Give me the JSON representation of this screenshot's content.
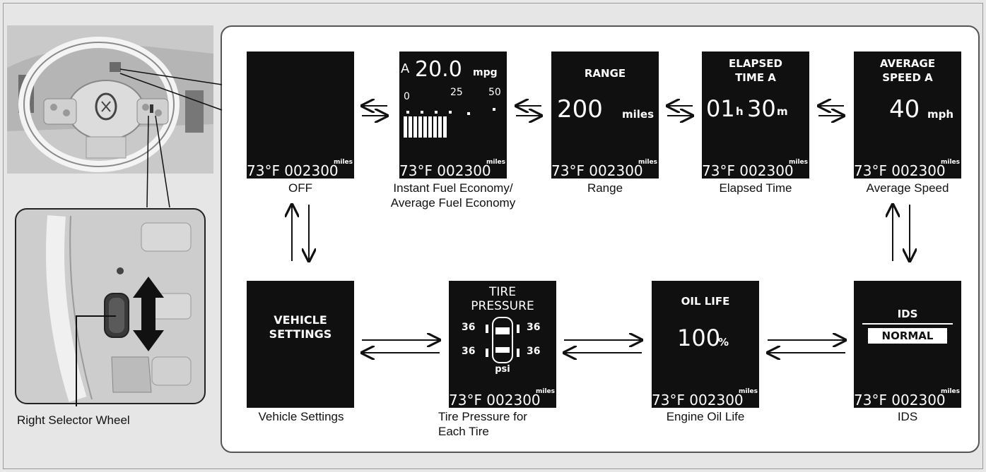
{
  "caption_wheel": "Right Selector Wheel",
  "screens": {
    "off": {
      "caption": "OFF",
      "temp": "73°F 002300",
      "miles": "miles"
    },
    "fuel": {
      "caption_line1": "Instant Fuel Economy/",
      "caption_line2": "Average Fuel Economy",
      "trip": "A",
      "value": "20.0",
      "unit": "mpg",
      "scale_0": "0",
      "scale_25": "25",
      "scale_50": "50",
      "temp": "73°F 002300",
      "miles": "miles"
    },
    "range": {
      "caption": "Range",
      "title": "RANGE",
      "value": "200",
      "unit": "miles",
      "temp": "73°F 002300",
      "miles": "miles"
    },
    "elapsed": {
      "caption": "Elapsed Time",
      "title1": "ELAPSED",
      "title2": "TIME A",
      "hours": "01",
      "h": "h",
      "minutes": "30",
      "m": "m",
      "temp": "73°F 002300",
      "miles": "miles"
    },
    "avg_speed": {
      "caption": "Average Speed",
      "title1": "AVERAGE",
      "title2": "SPEED A",
      "value": "40",
      "unit": "mph",
      "temp": "73°F 002300",
      "miles": "miles"
    },
    "vehicle": {
      "caption": "Vehicle Settings",
      "line1": "VEHICLE",
      "line2": "SETTINGS"
    },
    "tire": {
      "caption_line1": "Tire Pressure for",
      "caption_line2": "Each Tire",
      "title1": "TIRE",
      "title2": "PRESSURE",
      "fl": "36",
      "fr": "36",
      "rl": "36",
      "rr": "36",
      "unit": "psi",
      "temp": "73°F 002300",
      "miles": "miles"
    },
    "oil": {
      "caption": "Engine Oil Life",
      "title": "OIL LIFE",
      "value": "100",
      "unit": "%",
      "temp": "73°F 002300",
      "miles": "miles"
    },
    "ids": {
      "caption": "IDS",
      "title": "IDS",
      "mode": "NORMAL",
      "temp": "73°F 002300",
      "miles": "miles"
    }
  }
}
